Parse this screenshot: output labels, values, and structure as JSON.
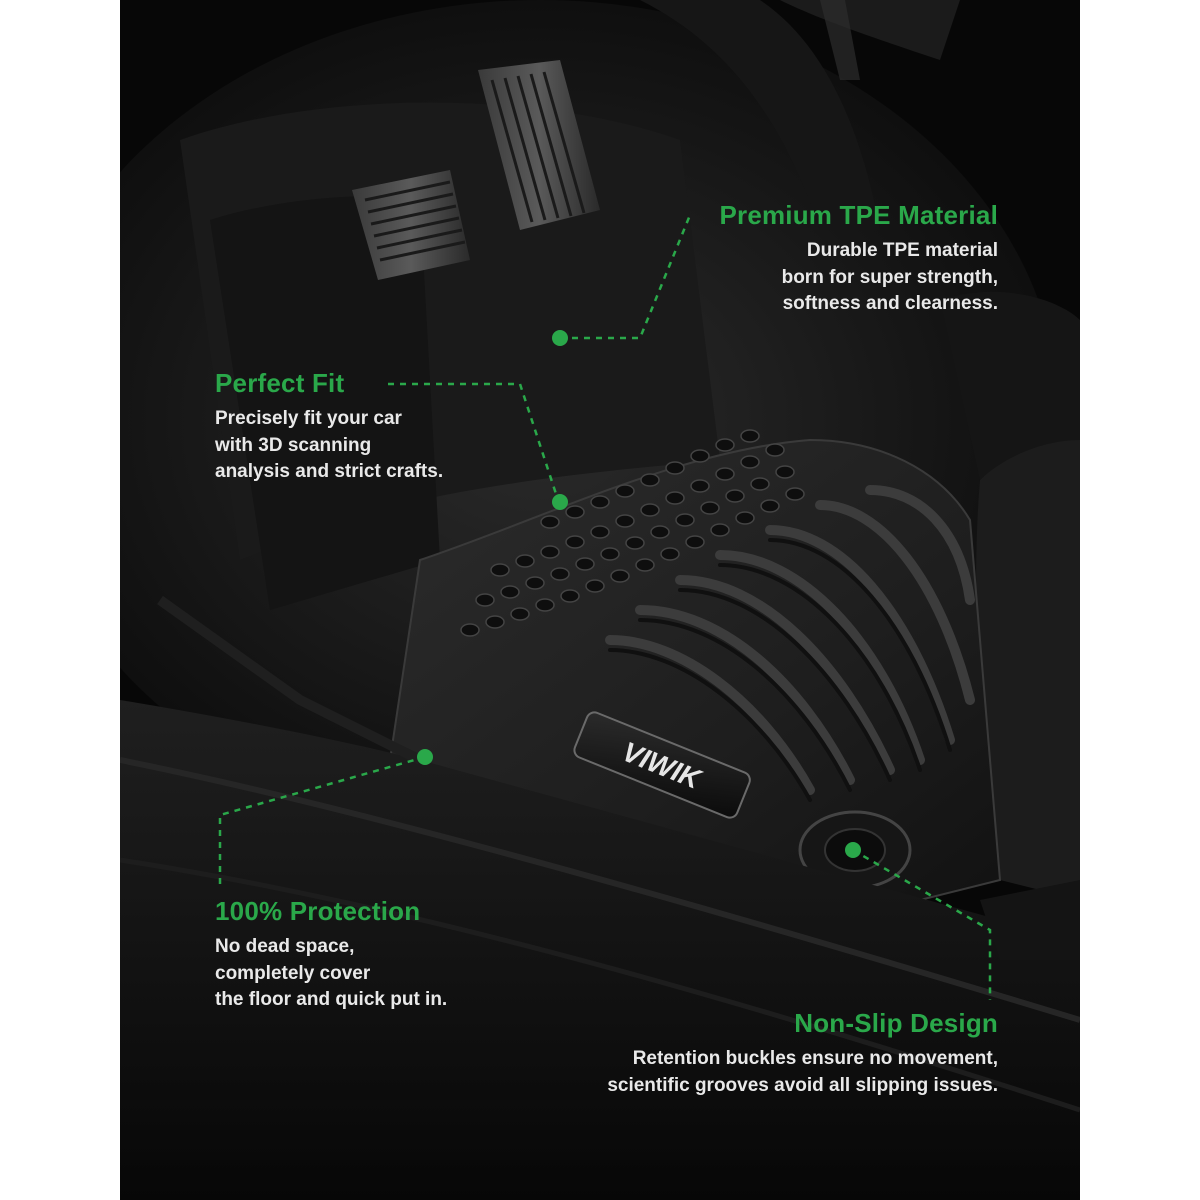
{
  "brand": "VIWIK",
  "colors": {
    "accent_green": "#2aa84a",
    "description_text": "#e9e9e9",
    "background": "#080808"
  },
  "features": {
    "premium_tpe": {
      "title": "Premium TPE Material",
      "lines": [
        "Durable TPE material",
        "born for super strength,",
        "softness and clearness."
      ]
    },
    "perfect_fit": {
      "title": "Perfect Fit",
      "lines": [
        "Precisely fit your car",
        "with 3D scanning",
        "analysis and strict crafts."
      ]
    },
    "protection": {
      "title": "100% Protection",
      "lines": [
        "No dead space,",
        "completely cover",
        "the floor and quick put in."
      ]
    },
    "non_slip": {
      "title": "Non-Slip Design",
      "lines": [
        "Retention buckles ensure no movement,",
        "scientific grooves avoid all slipping issues."
      ]
    }
  }
}
